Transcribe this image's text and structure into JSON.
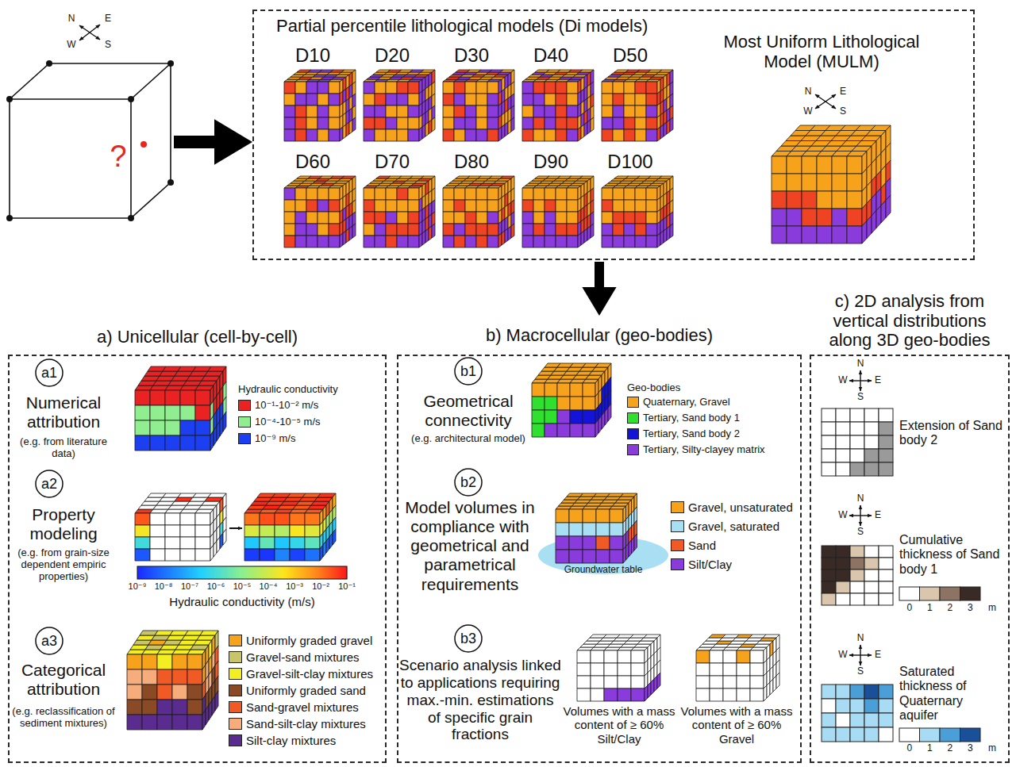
{
  "diagram": {
    "nodes": [
      {
        "text": [
          "?"
        ]
      },
      {
        "text": [
          "Partial percentile lithological models (Di models)"
        ]
      },
      {
        "text": [
          "D10"
        ],
        "in": 1
      },
      {
        "text": [
          "D20"
        ],
        "in": 1
      },
      {
        "text": [
          "D30"
        ],
        "in": 1
      },
      {
        "text": [
          "D40"
        ],
        "in": 1
      },
      {
        "text": [
          "D50"
        ],
        "in": 1
      },
      {
        "text": [
          "D60"
        ],
        "in": 1
      },
      {
        "text": [
          "D70"
        ],
        "in": 1
      },
      {
        "text": [
          "D80"
        ],
        "in": 1
      },
      {
        "text": [
          "D90"
        ],
        "in": 1
      },
      {
        "text": [
          "D100"
        ],
        "in": 1
      },
      {
        "text": [
          "Most Uniform Lithological Model (MULM)"
        ],
        "in": 1
      },
      {
        "text": [
          "a) Unicellular (cell-by-cell)"
        ]
      },
      {
        "text": [
          "a1"
        ],
        "in": 13
      },
      {
        "text": [
          "a2"
        ],
        "in": 13
      },
      {
        "text": [
          "a3"
        ],
        "in": 13
      },
      {
        "text": [
          "b) Macrocellular (geo-bodies)"
        ]
      },
      {
        "text": [
          "b1"
        ],
        "in": 17
      },
      {
        "text": [
          "b2"
        ],
        "in": 17
      },
      {
        "text": [
          "b3"
        ],
        "in": 17
      },
      {
        "text": [
          "c) 2D analysis from vertical distributions along 3D geo-bodies"
        ]
      }
    ],
    "edges": [
      {
        "from": 0,
        "to": 1,
        "arrow": "to"
      },
      {
        "from": 1,
        "to": 17,
        "arrow": "to"
      }
    ],
    "labels": [
      "N",
      "E",
      "W",
      "S",
      "N",
      "E",
      "W",
      "S",
      "Numerical attribution",
      "(e.g. from literature data)",
      "Hydraulic conductivity",
      "Property modeling",
      "(e.g. from grain-size dependent empiric properties)",
      "10⁻⁹",
      "10⁻⁸",
      "10⁻⁷",
      "10⁻⁶",
      "10⁻⁵",
      "10⁻⁴",
      "10⁻³",
      "10⁻²",
      "10⁻¹",
      "Hydraulic conductivity (m/s)",
      "Categorical attribution",
      "(e.g. reclassification of sediment mixtures)",
      "Geometrical connectivity",
      "(e.g. architectural model)",
      "Geo-bodies",
      "Model volumes in compliance with geometrical and parametrical requirements",
      "Groundwater table",
      "Scenario analysis linked to applications requiring max.-min. estimations of specific grain fractions",
      "Volumes with a mass content of ≥ 60% Silt/Clay",
      "Volumes with a mass content of ≥ 60% Gravel",
      "N",
      "W",
      "E",
      "S",
      "Extension of Sand body 2",
      "N",
      "W",
      "E",
      "S",
      "Cumulative thickness of Sand body 1",
      "0",
      "1",
      "2",
      "3",
      "m",
      "N",
      "W",
      "E",
      "S",
      "Saturated thickness of Quaternary aquifer",
      "0",
      "1",
      "2",
      "3",
      "m"
    ],
    "legend": [
      {
        "text": "10⁻¹-10⁻² m/s",
        "color": "#ea2222"
      },
      {
        "text": "10⁻⁴-10⁻⁵ m/s",
        "color": "#90ee90"
      },
      {
        "text": "10⁻⁹ m/s",
        "color": "#1d3ff2"
      },
      {
        "text": "Uniformly graded gravel",
        "color": "#f7a21b"
      },
      {
        "text": "Gravel-sand mixtures",
        "color": "#c7c46a"
      },
      {
        "text": "Gravel-silt-clay mixtures",
        "color": "#f2ee22"
      },
      {
        "text": "Uniformly graded sand",
        "color": "#8b4a26"
      },
      {
        "text": "Sand-gravel mixtures",
        "color": "#f15a24"
      },
      {
        "text": "Sand-silt-clay mixtures",
        "color": "#f7ac7c"
      },
      {
        "text": "Silt-clay mixtures",
        "color": "#5b2c8f"
      },
      {
        "text": "Quaternary, Gravel",
        "color": "#f7a21b"
      },
      {
        "text": "Tertiary, Sand body 1",
        "color": "#2fe02f"
      },
      {
        "text": "Tertiary, Sand body 2",
        "color": "#1414d9"
      },
      {
        "text": "Tertiary, Silty-clayey matrix",
        "color": "#8a3bdb"
      },
      {
        "text": "Gravel, unsaturated",
        "color": "#f7a21b"
      },
      {
        "text": "Gravel, saturated",
        "color": "#a8dff2"
      },
      {
        "text": "Sand",
        "color": "#f15a24"
      },
      {
        "text": "Silt/Clay",
        "color": "#8a3bdb"
      }
    ]
  }
}
